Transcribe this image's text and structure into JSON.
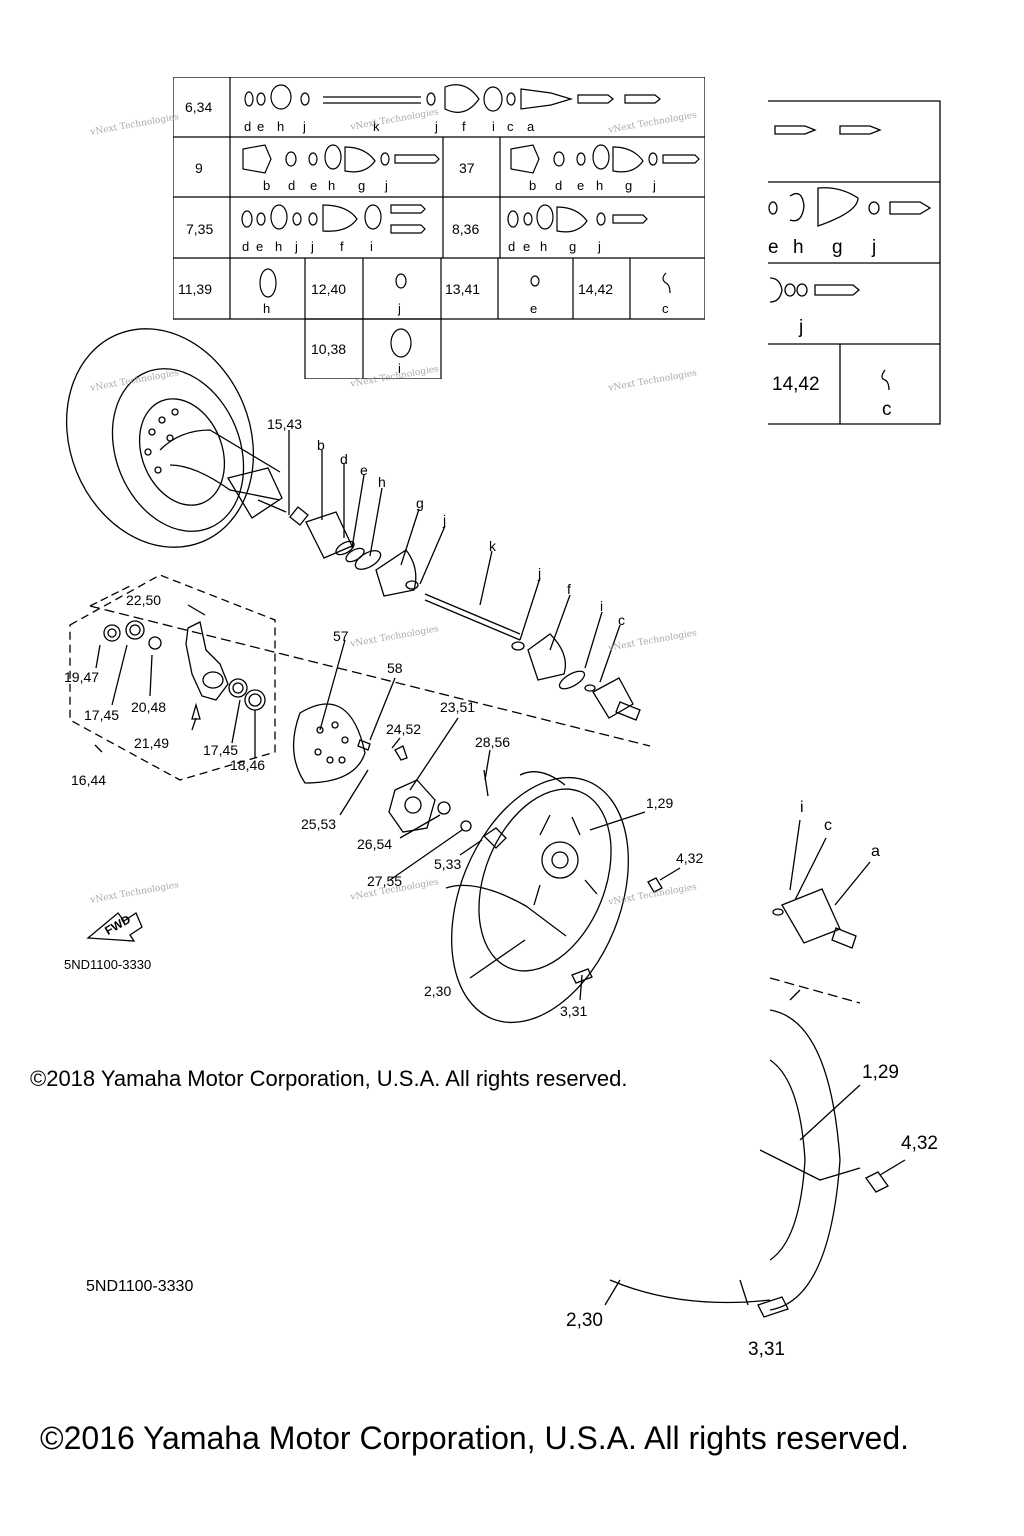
{
  "kit_table": {
    "rows": [
      {
        "num": "6,34",
        "letters": [
          "d",
          "e",
          "h",
          "j",
          "k",
          "j",
          "f",
          "i",
          "c",
          "a"
        ]
      },
      {
        "num_left": "9",
        "letters_left": [
          "b",
          "d",
          "e",
          "h",
          "g",
          "j"
        ],
        "num_right": "37",
        "letters_right": [
          "b",
          "d",
          "e",
          "h",
          "g",
          "j"
        ]
      },
      {
        "num_left": "7,35",
        "letters_left": [
          "d",
          "e",
          "h",
          "j",
          "j",
          "f",
          "i"
        ],
        "num_right": "8,36",
        "letters_right": [
          "d",
          "e",
          "h",
          "g",
          "j"
        ]
      },
      {
        "c1": "11,39",
        "c1_letter": "h",
        "c2": "12,40",
        "c2_letter": "j",
        "c3": "13,41",
        "c3_letter": "e",
        "c4": "14,42",
        "c4_letter": "c"
      },
      {
        "c2": "10,38",
        "c2_letter": "i"
      }
    ]
  },
  "right_table": {
    "row2_letters": [
      "e",
      "h",
      "g",
      "j"
    ],
    "row3_letters": [
      "j"
    ],
    "last_num": "14,42",
    "last_letter": "c"
  },
  "callouts": {
    "c15_43": "15,43",
    "b": "b",
    "d": "d",
    "e": "e",
    "h": "h",
    "g": "g",
    "j1": "j",
    "k": "k",
    "j2": "j",
    "f": "f",
    "i": "i",
    "c": "c",
    "c22_50": "22,50",
    "c57": "57",
    "c58": "58",
    "c19_47": "19,47",
    "c17_45a": "17,45",
    "c20_48": "20,48",
    "c21_49": "21,49",
    "c17_45b": "17,45",
    "c18_46": "18,46",
    "c16_44": "16,44",
    "c23_51": "23,51",
    "c24_52": "24,52",
    "c28_56": "28,56",
    "c25_53": "25,53",
    "c26_54": "26,54",
    "c5_33": "5,33",
    "c27_55": "27,55",
    "c1_29": "1,29",
    "c4_32": "4,32",
    "c2_30": "2,30",
    "c3_31": "3,31",
    "fwd": "FWD",
    "diagram_code": "5ND1100-3330"
  },
  "right_callouts": {
    "i": "i",
    "c": "c",
    "a": "a",
    "c1_29": "1,29",
    "c4_32": "4,32",
    "c2_30": "2,30",
    "c3_31": "3,31"
  },
  "bottom_code": "5ND1100-3330",
  "copyright_2018": "©2018 Yamaha Motor Corporation, U.S.A. All rights reserved.",
  "copyright_2016": "©2016 Yamaha Motor Corporation, U.S.A. All rights reserved.",
  "watermark": "vNext Technologies"
}
